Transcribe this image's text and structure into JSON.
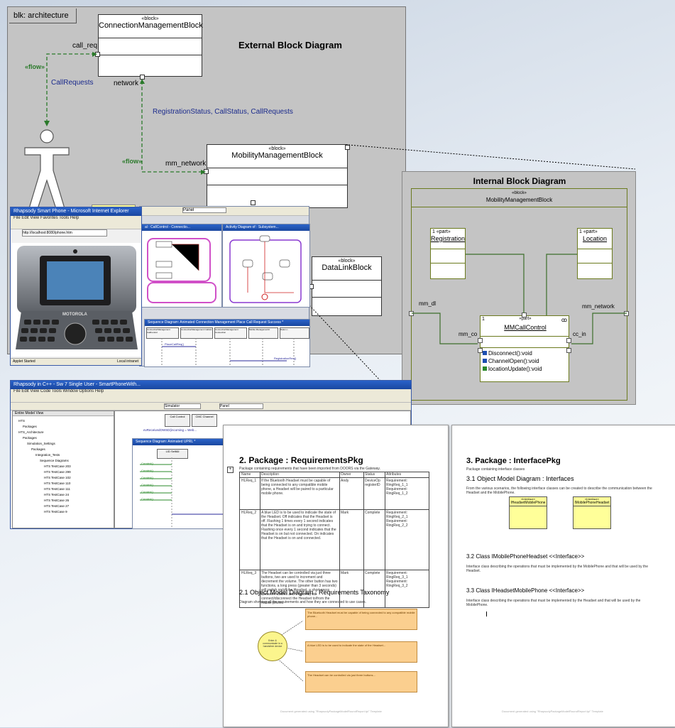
{
  "ebd": {
    "frame_label": "blk: architecture",
    "title": "External Block Diagram",
    "stereotype": "«block»",
    "blocks": {
      "conn": "ConnectionManagementBlock",
      "mm": "MobilityManagementBlock",
      "dl": "DataLinkBlock"
    },
    "ports": {
      "call_req": "call_req",
      "network": "network",
      "mm_network": "mm_network"
    },
    "flow1": "«flow»",
    "flow2": "«flow»",
    "callrequests": "CallRequests",
    "reg_label": "RegistrationStatus, CallStatus, CallRequests"
  },
  "ibd": {
    "title": "Internal Block Diagram",
    "stereotype": "«block»",
    "block_name": "MobilityManagementBlock",
    "part_stereo": "«part»",
    "mult": "1",
    "registration": "Registration",
    "location": "Location",
    "control": "MMCallControl",
    "ports": {
      "mm_dl": "mm_dl",
      "mm_network": "mm_network",
      "mm_co": "mm_co",
      "cc_in": "cc_in"
    },
    "ops": [
      "Disconnect():void",
      "ChannelOpen():void",
      "locationUpdate():void"
    ]
  },
  "browser": {
    "title": "Rhapsody Smart Phone - Microsoft Internet Explorer",
    "menu": "File  Edit  View  Favorites  Tools  Help",
    "address": "http://localhost:8080/phone.htm",
    "brand": "MOTOROLA",
    "status": "Local intranet",
    "status_left": "Applet Started"
  },
  "rhapsody_top": {
    "tab1": "al : CallControl - Connectio...",
    "tab2": "Activity Diagram of : Subsystem...",
    "seq_title": "Sequence Diagram: Animated Connection Management Place Call Request Success *",
    "panel": "Panel",
    "lifelines": [
      "ConnectionManagement CallControl",
      "ConnectionManagement CallList",
      "ConnectionManagement Connection",
      "Mobile ManagementC",
      "Data Li..."
    ],
    "msg1": "PlaceCallReq()",
    "msg2": "RegistrationReq()"
  },
  "rhapsody_ide": {
    "title": "Rhapsody in C++ - Sw 7 Single User - SmartPhoneWith...",
    "menu": "File  Edit  View  Code  Tools  Window  Options  Help",
    "simulator": "Simulator",
    "panel": "Panel",
    "tree_header": "Entire Model View",
    "tree": [
      "HTS",
      "Packages",
      "HTS_Architecture",
      "Packages",
      "Simulation_Settings",
      "Packages",
      "Integration_Tests",
      "Sequence Diagrams",
      "HTS TestCase 203",
      "HTS TestCase 299",
      "HTS TestCase 102",
      "HTS TestCase 110",
      "HTS TestCase 111",
      "HTS TestCase 24",
      "HTS TestCase 26",
      "HTS TestCase 27",
      "HTS TestCase 9"
    ],
    "call_btn": "Call Control",
    "cmc_btn": "CMC Channel",
    "seq2_title": "Sequence Diagram: Animated UPRL *",
    "lead": "LID SelfAll",
    "msgs": [
      "Created()",
      "Created()",
      "Created()",
      "Created()",
      "Created()",
      "Created()"
    ],
    "reply": "evReceivedOWSD(incoming = Web..."
  },
  "doc_left": {
    "heading": "2. Package : RequirementsPkg",
    "intro": "Package containing requirements that have been imported from DOORS via the Gateway.",
    "cols": [
      "Name",
      "Description",
      "Owner",
      "Status",
      "Attributes"
    ],
    "rows": [
      [
        "HLReq_1",
        "If the Bluetooth Headset must be capable of being connected to any compatible mobile phone, a Headset will be paired to a particular mobile phone.",
        "Andy",
        "DeviceOp registerID",
        "Requirement: RingReq_1_1 Requirement: RingReq_1_2"
      ],
      [
        "HLReq_2",
        "A blue LED is to be used to indicate the state of the Headset. Off indicates that the Headset is off. Flashing 1 times every 1 second indicates that the Headset is on and trying to connect. Flashing once every 1 second indicates that the Headset is on but not connected. On indicates that the Headset is on and connected.",
        "Mark",
        "Complete",
        "Requirement: RingReq_2_1 Requirement: RingReq_2_2"
      ],
      [
        "HLReq_3",
        "The Headset can be controlled via just three buttons, two are used to increment and decrement the volume. The other button has two functions, a long press (greater than 3 seconds) will switch on/off the Headset, a short press (between 100ms and 1 second) will connect/disconnect the Headset to/from the mobile phone.",
        "Mark",
        "Complete",
        "Requirement: RingReq_3_1 Requirement: RingReq_3_2"
      ]
    ],
    "sub_heading": "2.1 Object Model Diagram : Requirements Taxonomy",
    "sub_intro": "Diagram showing all the requirements and how they are connected to use cases.",
    "usecase": "Enter & communicate in a handsfree device",
    "notes": [
      "The Bluetooth Headset must be capable of being connected to any compatible mobile phone...",
      "A blue LED is to be used to indicate the state of the Headset...",
      "The Headset can be controlled via just three buttons..."
    ],
    "footer": "Document generated using \"RhapsodyPackageModelRoundReport.tpl\" Template"
  },
  "doc_right": {
    "heading": "3. Package : InterfacePkg",
    "intro": "Package containing interface classes",
    "sub1": "3.1 Object Model Diagram : Interfaces",
    "sub1_text": "From the various scenarios, the following interface classes can be created to describe the communication between the Headset and the MobilePhone.",
    "iface1": "IHeadsetMobilePhone",
    "iface2": "IMobilePhoneHeadset",
    "iface_stereo": "«Interface»",
    "sub2": "3.2 Class IMobilePhoneHeadset <<Interface>>",
    "sub2_text": "Interface class describing the operations that must be implemented by the MobilePhone and that will be used by the Headset.",
    "sub3": "3.3 Class IHeadsetMobilePhone <<Interface>>",
    "sub3_text": "Interface class describing the operations that must be implemented by the Headset and that will be used by the MobilePhone.",
    "footer": "Document generated using \"RhapsodyPackageModelRoundReport.tpl\" Template"
  },
  "colors": {
    "diagram_bg": "#c4c4c4",
    "part_border": "#6b7a1e",
    "flow_green": "#2a7a2a",
    "label_blue": "#1a2a8c"
  }
}
